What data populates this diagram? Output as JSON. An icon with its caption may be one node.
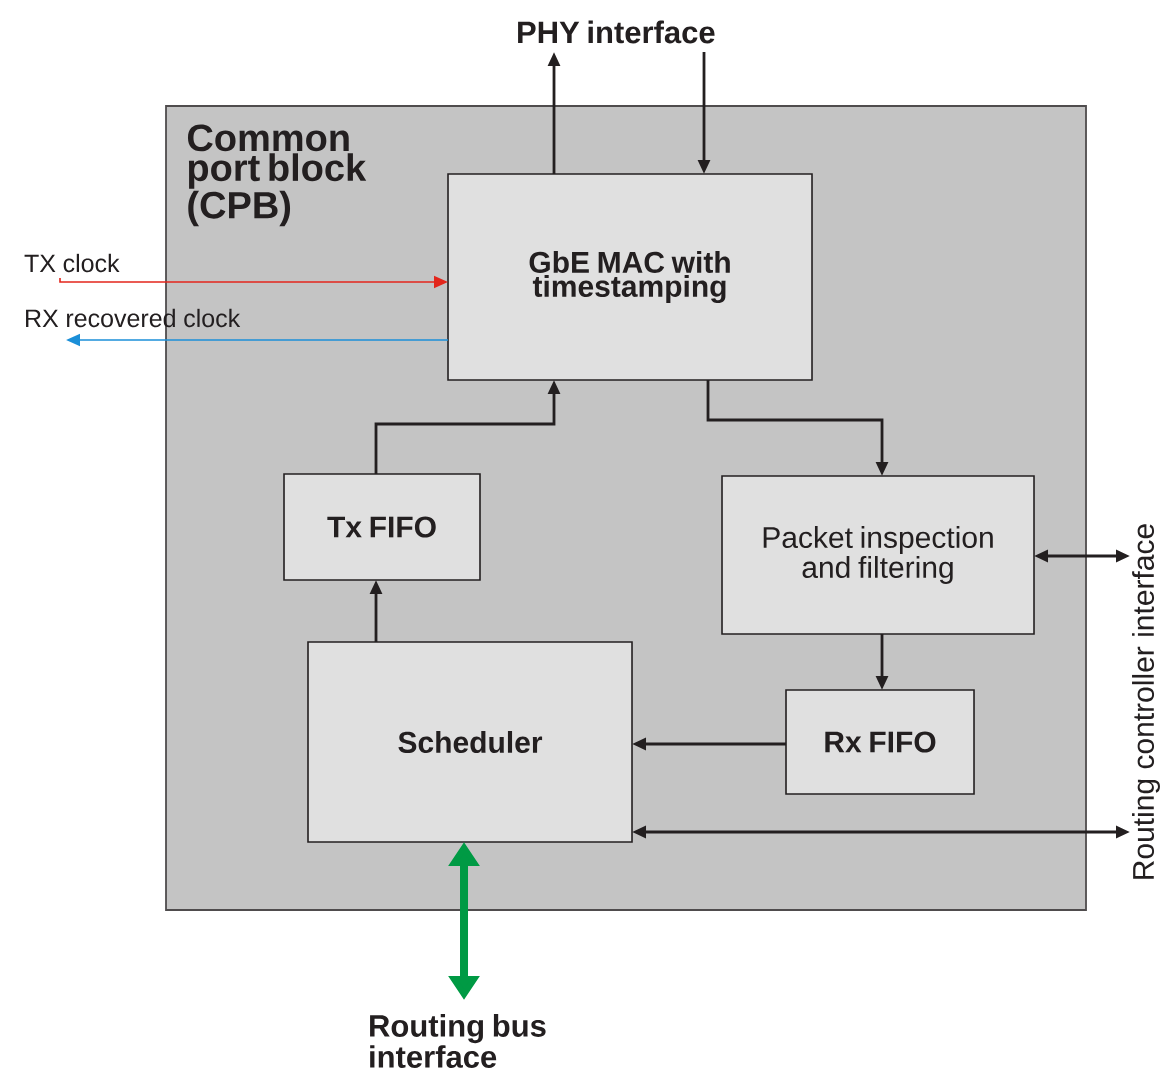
{
  "diagram": {
    "nodes": [
      {
        "text": [
          "Common port block (CPB)"
        ]
      },
      {
        "text": [
          "GbE MAC with timestamping"
        ],
        "in": 0
      },
      {
        "text": [
          "Tx FIFO"
        ],
        "in": 0
      },
      {
        "text": [
          "Packet inspection and filtering"
        ],
        "in": 0
      },
      {
        "text": [
          "Scheduler"
        ],
        "in": 0
      },
      {
        "text": [
          "Rx FIFO"
        ],
        "in": 0
      },
      {
        "text": [
          "PHY interface"
        ]
      },
      {
        "text": [
          "Routing controller interface"
        ]
      },
      {
        "text": [
          "Routing bus interface"
        ]
      },
      {
        "text": [
          "TX clock"
        ]
      },
      {
        "text": [
          "RX recovered clock"
        ]
      }
    ],
    "edges": [
      {
        "from": 1,
        "to": 6,
        "arrow": "to"
      },
      {
        "from": 6,
        "to": 1,
        "arrow": "to"
      },
      {
        "from": 9,
        "to": 1,
        "arrow": "to",
        "color": "#e3261c"
      },
      {
        "from": 1,
        "to": 10,
        "arrow": "to",
        "color": "#1b8fd8"
      },
      {
        "from": 1,
        "to": 3,
        "arrow": "to"
      },
      {
        "from": 2,
        "to": 1,
        "arrow": "to"
      },
      {
        "from": 4,
        "to": 2,
        "arrow": "to"
      },
      {
        "from": 3,
        "to": 5,
        "arrow": "to"
      },
      {
        "from": 5,
        "to": 4,
        "arrow": "to"
      },
      {
        "from": 3,
        "to": 7,
        "arrow": "both"
      },
      {
        "from": 4,
        "to": 7,
        "arrow": "both"
      },
      {
        "from": 4,
        "to": 8,
        "arrow": "both",
        "style": "thick",
        "color": "#009a44"
      }
    ]
  }
}
